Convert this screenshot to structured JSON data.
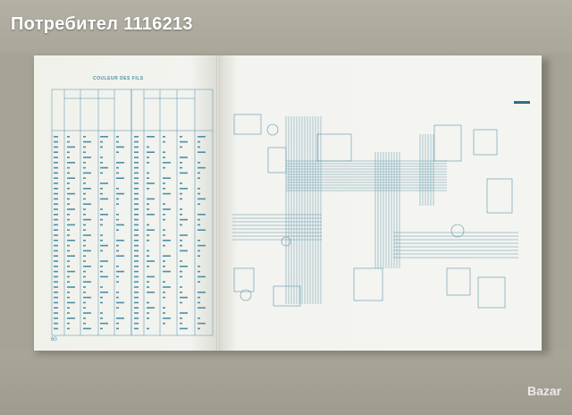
{
  "banner": {
    "text": "Потребител 1116213"
  },
  "left_page": {
    "title": "COULEUR DES FILS",
    "page_number": "60"
  },
  "colors": {
    "ink": "#4a90a8",
    "paper": "#f3f3ee",
    "background": "#a7a396"
  },
  "watermark": {
    "text": "Bazar"
  }
}
